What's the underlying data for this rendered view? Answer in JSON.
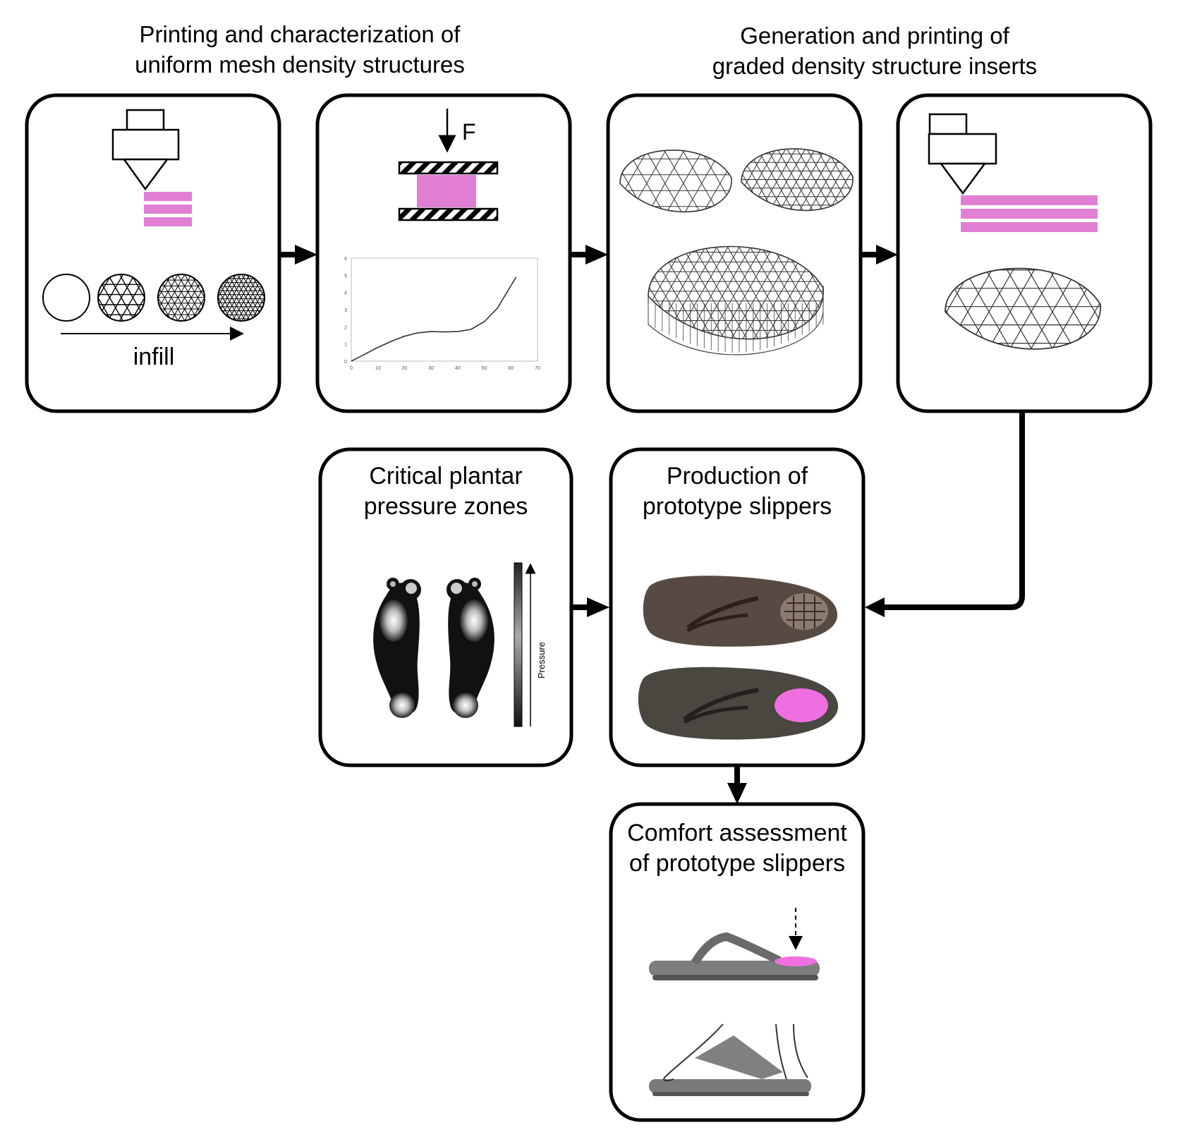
{
  "headers": {
    "left": [
      "Printing and characterization of",
      "uniform mesh density structures"
    ],
    "right": [
      "Generation and printing of",
      "graded density structure inserts"
    ]
  },
  "panel1": {
    "arrow_label": "infill"
  },
  "panel2": {
    "force_label": "F",
    "chart_data": {
      "type": "line",
      "x": [
        0,
        5,
        10,
        15,
        20,
        25,
        30,
        35,
        40,
        45,
        50,
        55,
        60,
        62
      ],
      "y": [
        0,
        0.4,
        0.8,
        1.15,
        1.45,
        1.65,
        1.72,
        1.7,
        1.72,
        1.85,
        2.3,
        3.1,
        4.4,
        4.9
      ],
      "xlim": [
        0,
        70
      ],
      "ylim": [
        0,
        6
      ],
      "xticks": [
        "0",
        "10",
        "20",
        "30",
        "40",
        "50",
        "60",
        "70"
      ],
      "yticks": [
        "0",
        "1",
        "2",
        "3",
        "4",
        "5",
        "6"
      ]
    }
  },
  "panel5": {
    "title": [
      "Critical plantar",
      "pressure zones"
    ],
    "scale_label": "Pressure"
  },
  "panel6": {
    "title": [
      "Production of",
      "prototype slippers"
    ]
  },
  "panel7": {
    "title": [
      "Comfort assessment",
      "of prototype slippers"
    ]
  },
  "colors": {
    "accent": "#e07fd3",
    "insert": "#f06fe0",
    "stroke": "#000000"
  }
}
